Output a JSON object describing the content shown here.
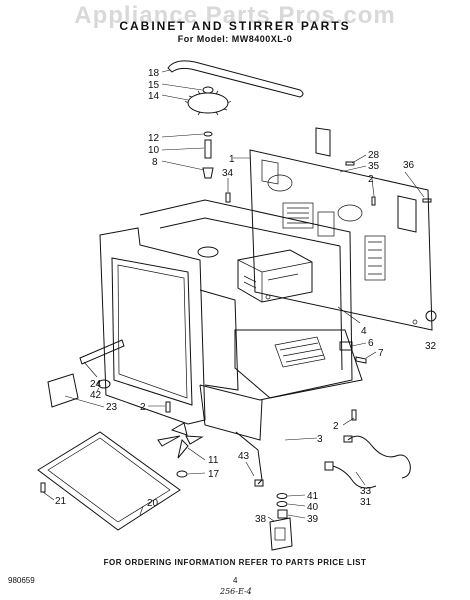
{
  "header": {
    "watermark": "Appliance Parts Pros.com",
    "title": "CABINET AND STIRRER PARTS",
    "model": "For Model: MW8400XL-0"
  },
  "callouts": {
    "c18": "18",
    "c15": "15",
    "c14": "14",
    "c12": "12",
    "c10": "10",
    "c8": "8",
    "c34": "34",
    "c1": "1",
    "c28": "28",
    "c35": "35",
    "c36": "36",
    "c2a": "2",
    "c4": "4",
    "c6": "6",
    "c7": "7",
    "c32": "32",
    "c24": "24",
    "c42": "42",
    "c23": "23",
    "c2b": "2",
    "c3": "3",
    "c2c": "2",
    "c11": "11",
    "c17": "17",
    "c43": "43",
    "c21": "21",
    "c20": "20",
    "c41": "41",
    "c40": "40",
    "c39": "39",
    "c38": "38",
    "c33": "33",
    "c31": "31"
  },
  "footer": {
    "note": "FOR ORDERING INFORMATION REFER TO PARTS PRICE LIST",
    "doc_number": "980659",
    "page_number": "4",
    "handwritten": "256-E-4"
  }
}
